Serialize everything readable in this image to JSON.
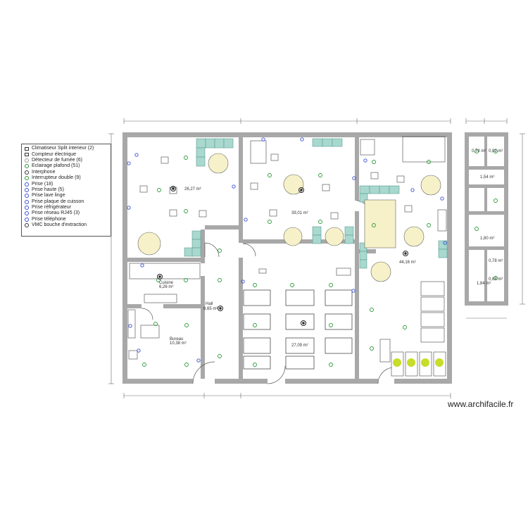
{
  "legend": {
    "items": [
      {
        "label": "Climatiseur Split interieur (2)",
        "icon": "ac-unit-icon",
        "color": "#333333"
      },
      {
        "label": "Compteur électrique",
        "icon": "meter-icon",
        "color": "#333333"
      },
      {
        "label": "Détecteur de fumée (6)",
        "icon": "smoke-detector-icon",
        "color": "#9a9a9a"
      },
      {
        "label": "Eclairage plafond (51)",
        "icon": "ceiling-light-icon",
        "color": "#2c9a3a"
      },
      {
        "label": "Interphone",
        "icon": "intercom-icon",
        "color": "#333333"
      },
      {
        "label": "Interrupteur double (9)",
        "icon": "double-switch-icon",
        "color": "#2c9a3a"
      },
      {
        "label": "Prise (18)",
        "icon": "outlet-icon",
        "color": "#3b4fd0"
      },
      {
        "label": "Prise haute (5)",
        "icon": "high-outlet-icon",
        "color": "#3b4fd0"
      },
      {
        "label": "Prise lave linge",
        "icon": "washer-outlet-icon",
        "color": "#3b4fd0"
      },
      {
        "label": "Prise plaque de cuisson",
        "icon": "hob-outlet-icon",
        "color": "#3b4fd0"
      },
      {
        "label": "Prise réfrigérateur",
        "icon": "fridge-outlet-icon",
        "color": "#3b4fd0"
      },
      {
        "label": "Prise réseau RJ45 (3)",
        "icon": "rj45-outlet-icon",
        "color": "#3b4fd0"
      },
      {
        "label": "Prise téléphone",
        "icon": "phone-outlet-icon",
        "color": "#3b4fd0"
      },
      {
        "label": "VMC bouche d'extraction",
        "icon": "vmc-icon",
        "color": "#333333"
      }
    ]
  },
  "rooms": {
    "room_a_area": "26,27 m²",
    "room_b_area": "39,01 m²",
    "room_c_area": "44,16 m²",
    "room_d_label": "Cuisine",
    "room_d_area": "6,26 m²",
    "room_e_label": "Hall",
    "room_e_area": "8,65 m²",
    "room_f_label": "Bureau",
    "room_f_area": "10,38 m²",
    "room_g_area": "27,09 m²",
    "annex_1": "0,78 m²",
    "annex_2": "0,82 m²",
    "annex_3": "1,54 m²",
    "annex_4": "1,80 m²",
    "annex_5": "0,78 m²",
    "annex_6": "1,84 m²",
    "annex_7": "0,68 m²"
  },
  "colors": {
    "wall": "#a8a8a8",
    "wall_dark": "#8e8e8e",
    "seat": "#a9d8cf",
    "table_fill": "#f6f1c8",
    "light": "#2c9a3a",
    "outlet": "#3b4fd0",
    "plant": "#c8dc2a",
    "dim_line": "#5a5a5a"
  },
  "watermark": "www.archifacile.fr"
}
